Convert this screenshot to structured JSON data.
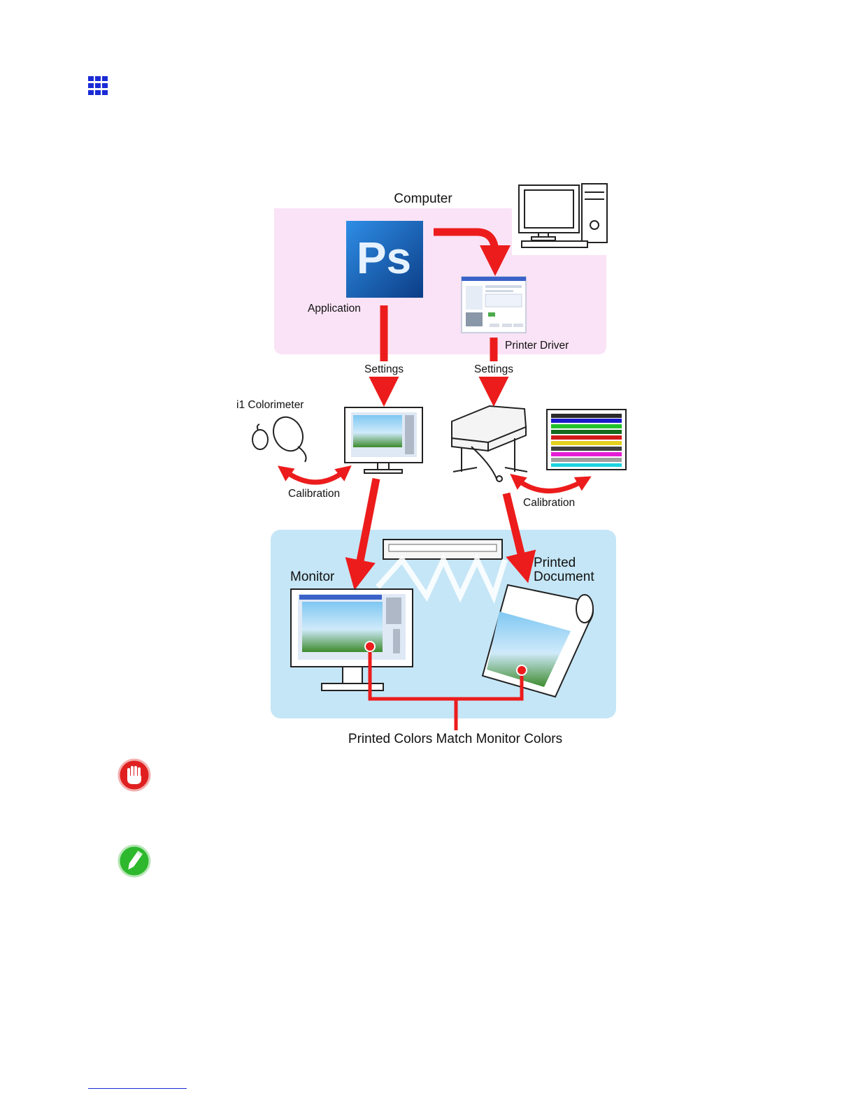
{
  "diagram": {
    "computer_label": "Computer",
    "application_label": "Application",
    "app_icon_text": "Ps",
    "printer_driver_label": "Printer Driver",
    "settings_left": "Settings",
    "settings_right": "Settings",
    "colorimeter_label": "i1 Colorimeter",
    "calibration_left": "Calibration",
    "calibration_right": "Calibration",
    "monitor_label": "Monitor",
    "printed_label_line1": "Printed",
    "printed_label_line2": "Document",
    "match_label": "Printed Colors Match Monitor Colors"
  },
  "colors": {
    "computer_panel": "#fae3f6",
    "output_panel": "#c5e6f6",
    "arrow_red": "#ec1c1c",
    "ps_blue": "#1d63c2",
    "nav_icon_blue": "#1a2bd6",
    "warning_red": "#e02020",
    "note_green": "#2db82d"
  },
  "icons": {
    "nav": "grid-menu-icon",
    "important": "hand-stop-icon",
    "note": "pencil-icon"
  }
}
